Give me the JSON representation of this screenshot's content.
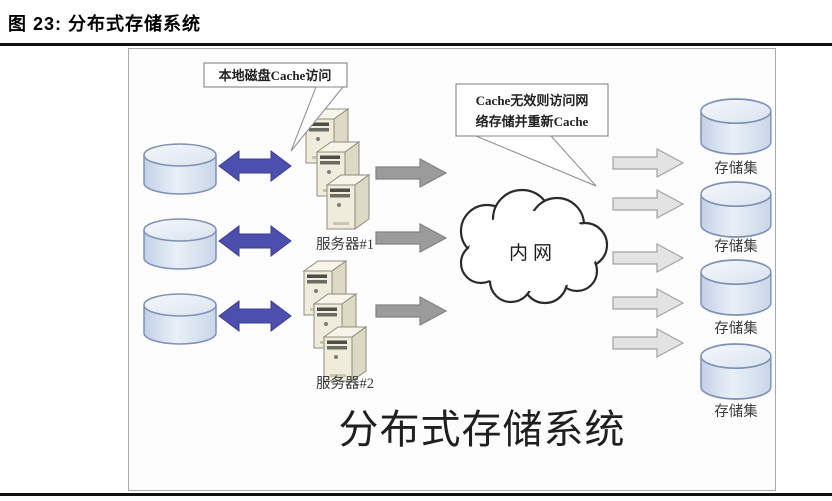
{
  "figure": {
    "label": "图 23:",
    "title": "分布式存储系统"
  },
  "diagram": {
    "callout_local": {
      "text": "本地磁盘Cache访问"
    },
    "callout_remote": {
      "line1": "Cache无效则访问网",
      "line2": "络存储并重新Cache"
    },
    "cloud_label": "内网",
    "server_group_1_label": "服务器#1",
    "server_group_2_label": "服务器#2",
    "storage_labels": [
      "存储集",
      "存储集",
      "存储集",
      "存储集"
    ],
    "caption": "分布式存储系统",
    "colors": {
      "double_arrow_blue": "#4d4fae",
      "arrow_dark_gray": "#9b9b9b",
      "arrow_light_gray": "#e3e3e3",
      "cylinder_stroke": "#7e90b5",
      "cloud_stroke": "#2b2b2b"
    }
  }
}
